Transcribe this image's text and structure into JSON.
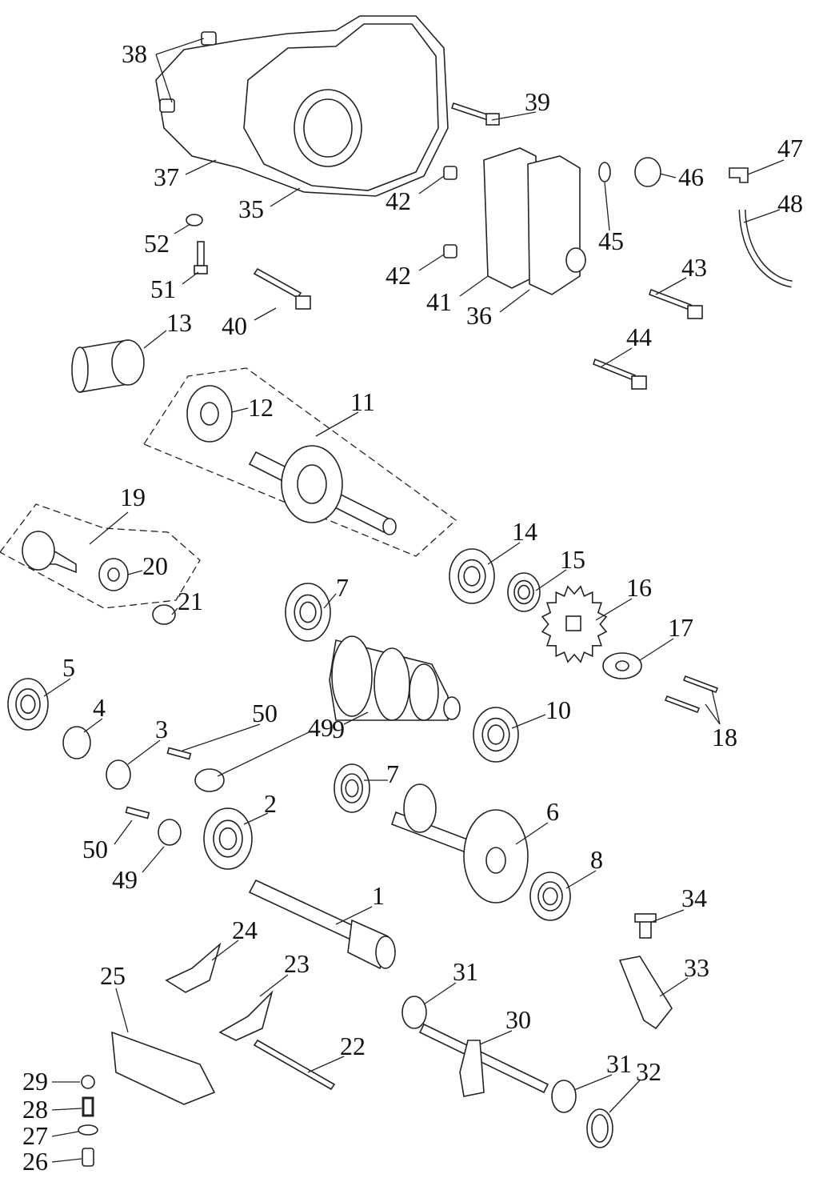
{
  "diagram": {
    "title": "Transmission exploded parts diagram",
    "callouts": [
      "38",
      "39",
      "37",
      "35",
      "42",
      "47",
      "46",
      "48",
      "45",
      "52",
      "42",
      "51",
      "41",
      "36",
      "43",
      "40",
      "13",
      "44",
      "11",
      "12",
      "19",
      "14",
      "20",
      "15",
      "16",
      "7",
      "21",
      "17",
      "5",
      "10",
      "4",
      "50",
      "49",
      "9",
      "3",
      "18",
      "7",
      "2",
      "6",
      "50",
      "8",
      "49",
      "1",
      "34",
      "24",
      "25",
      "23",
      "31",
      "33",
      "30",
      "22",
      "29",
      "31",
      "32",
      "28",
      "27",
      "26"
    ]
  }
}
